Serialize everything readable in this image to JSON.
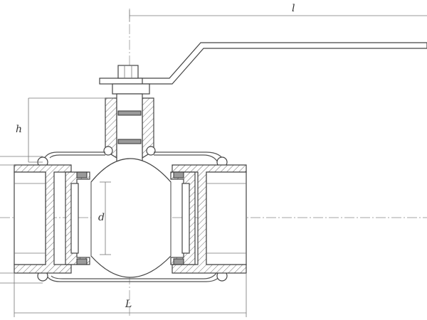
{
  "drawing": {
    "dimensions": {
      "handle_length": "l",
      "overall_length": "L",
      "stem_height": "h",
      "bore_diameter": "d"
    }
  }
}
